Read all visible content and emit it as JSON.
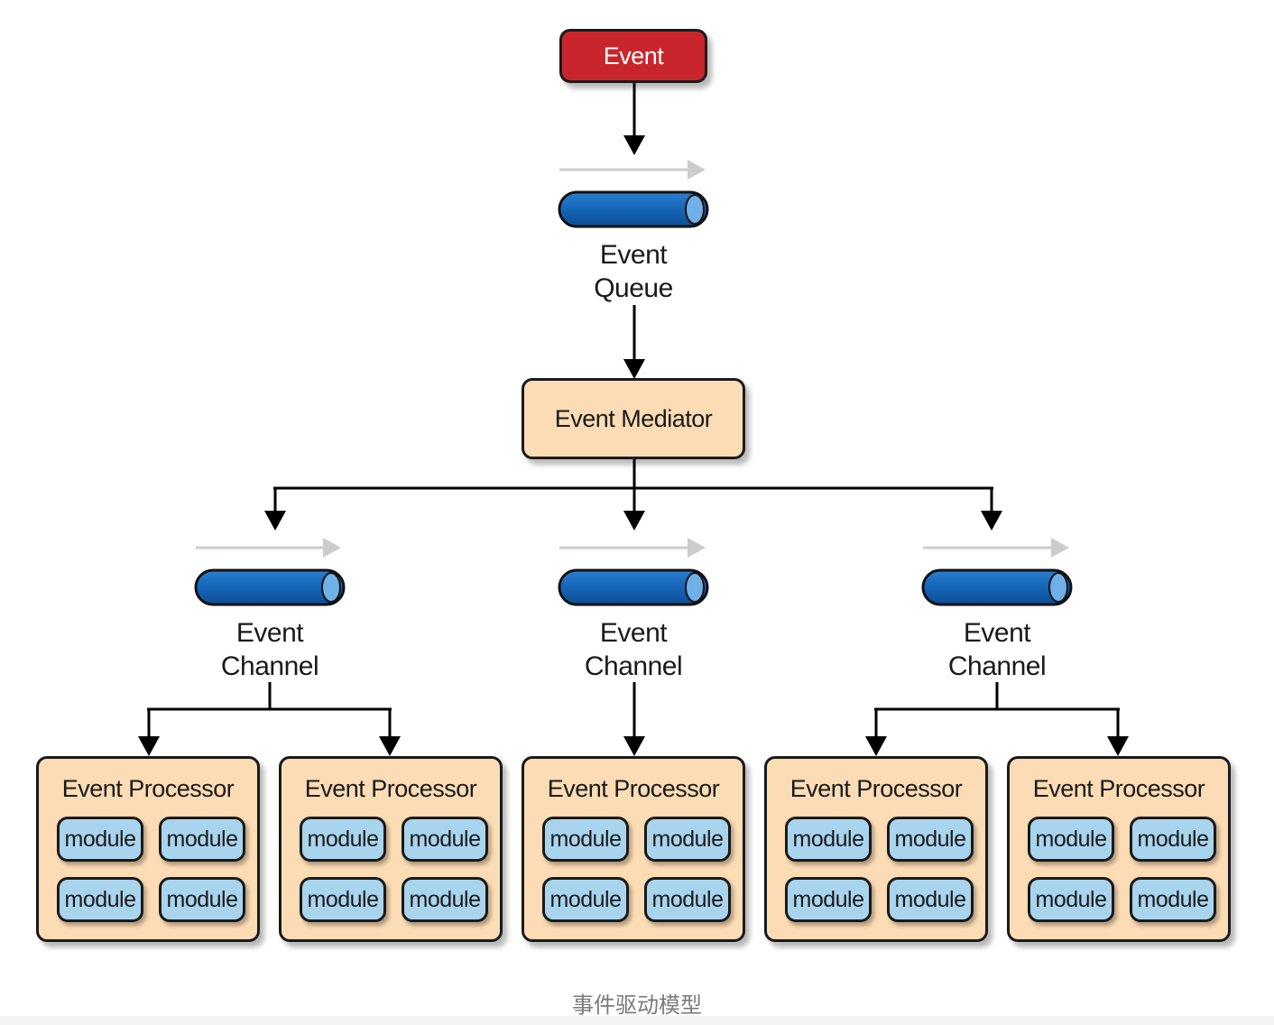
{
  "event": {
    "label": "Event"
  },
  "event_queue": {
    "label_line1": "Event",
    "label_line2": "Queue"
  },
  "mediator": {
    "label": "Event Mediator"
  },
  "channels": [
    {
      "label_line1": "Event",
      "label_line2": "Channel"
    },
    {
      "label_line1": "Event",
      "label_line2": "Channel"
    },
    {
      "label_line1": "Event",
      "label_line2": "Channel"
    }
  ],
  "processors": [
    {
      "title": "Event Processor",
      "modules": [
        "module",
        "module",
        "module",
        "module"
      ]
    },
    {
      "title": "Event Processor",
      "modules": [
        "module",
        "module",
        "module",
        "module"
      ]
    },
    {
      "title": "Event Processor",
      "modules": [
        "module",
        "module",
        "module",
        "module"
      ]
    },
    {
      "title": "Event Processor",
      "modules": [
        "module",
        "module",
        "module",
        "module"
      ]
    },
    {
      "title": "Event Processor",
      "modules": [
        "module",
        "module",
        "module",
        "module"
      ]
    }
  ],
  "caption": "事件驱动模型",
  "colors": {
    "event": "#c8262c",
    "mediator": "#fbdcb4",
    "pipe": "#1565b8",
    "module": "#a9d4ee",
    "flow_arrow": "#cccccc"
  }
}
